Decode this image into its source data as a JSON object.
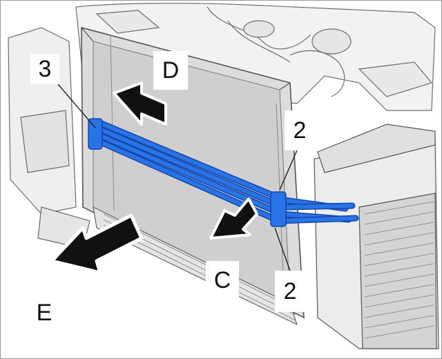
{
  "labels": {
    "item_3": "3",
    "view_d": "D",
    "item_2_upper": "2",
    "item_2_lower": "2",
    "view_c": "C",
    "view_e": "E"
  },
  "colors": {
    "hose": "#2a73e6",
    "hose_dark": "#1246a8",
    "arrow": "#111111",
    "line_art": "#6b6b6b",
    "panel": "#d7d7d7",
    "background": "#ffffff"
  }
}
